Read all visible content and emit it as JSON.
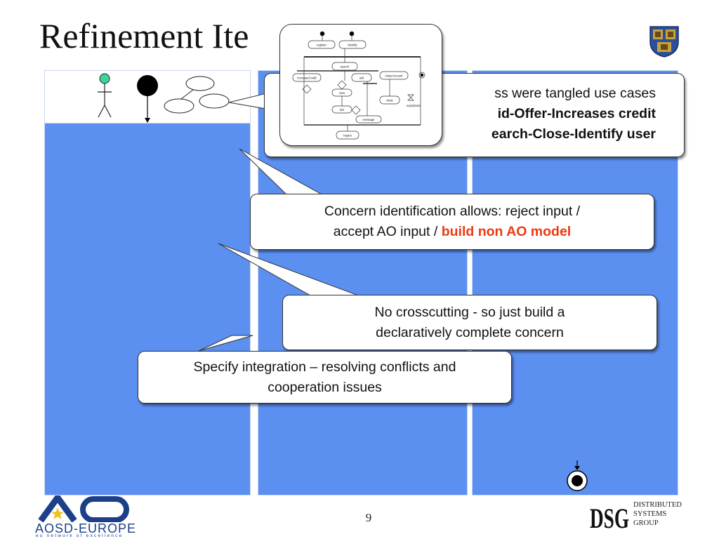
{
  "slide": {
    "title": "Refinement Ite",
    "page_number": "9"
  },
  "callouts": {
    "tangled": {
      "line1": "ss were tangled use cases",
      "line2": "id-Offer-Increases credit",
      "line3": "earch-Close-Identify user"
    },
    "concern": {
      "line1": "Concern identification allows: reject input /",
      "line2_prefix": "accept AO input / ",
      "line2_highlight": "build non AO model"
    },
    "crosscutting": {
      "line1": "No crosscutting - so just build a",
      "line2": "declaratively complete concern"
    },
    "integration": {
      "line1": "Specify integration – resolving conflicts and",
      "line2": "cooperation issues"
    }
  },
  "diagram_thumbnail": {
    "nodes": [
      "register",
      "identify",
      "search",
      "increaseCredit",
      "sell",
      "closeAccount",
      "view",
      "bid",
      "message",
      "close",
      "expiryDate",
      "logout"
    ]
  },
  "logos": {
    "ao_wordmark": "AOSD-EUROPE",
    "ao_tagline": "eu network of excellence",
    "dsg_mark": "DSG",
    "dsg_words": [
      "DISTRIBUTED",
      "SYSTEMS",
      "GROUP"
    ]
  },
  "colors": {
    "lane_fill": "#5b8ff0",
    "actor_head": "#3fd39b",
    "highlight_text": "#ee3a12",
    "logo_blue": "#1d3f8a"
  },
  "icons": [
    "actor-icon",
    "initial-node-icon",
    "use-case-ellipses-icon",
    "final-node-icon",
    "university-crest-icon"
  ]
}
